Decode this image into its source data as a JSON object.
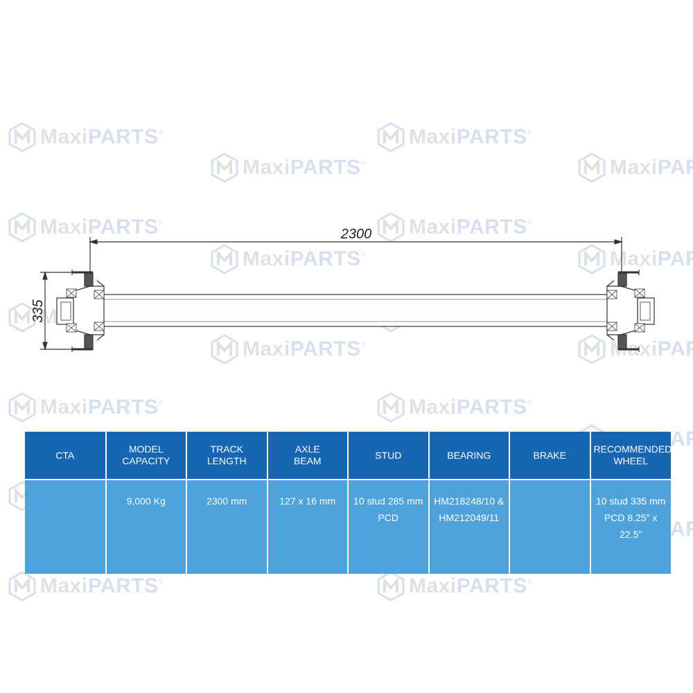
{
  "watermark": {
    "word1": "Maxi",
    "word2": "PARTS",
    "mark": "®"
  },
  "dimensions": {
    "track_length": "2300",
    "hub_height": "335"
  },
  "colors": {
    "header_bg": "#1766b3",
    "row_bg": "#4da2db",
    "text": "#ffffff",
    "line": "#333333",
    "watermark_grey": "#7a7a7a",
    "watermark_blue": "#4a78b4"
  },
  "table": {
    "headers": [
      "CTA",
      "MODEL\nCAPACITY",
      "TRACK\nLENGTH",
      "AXLE\nBEAM",
      "STUD",
      "BEARING",
      "BRAKE",
      "RECOMMENDED\nWHEEL"
    ],
    "rows": [
      [
        "",
        "9,000 Kg",
        "2300 mm",
        "127 x 16 mm",
        "10 stud 285 mm PCD",
        "HM218248/10 & HM212049/11",
        "",
        "10 stud 335 mm PCD 8.25\" x 22.5\""
      ]
    ]
  }
}
